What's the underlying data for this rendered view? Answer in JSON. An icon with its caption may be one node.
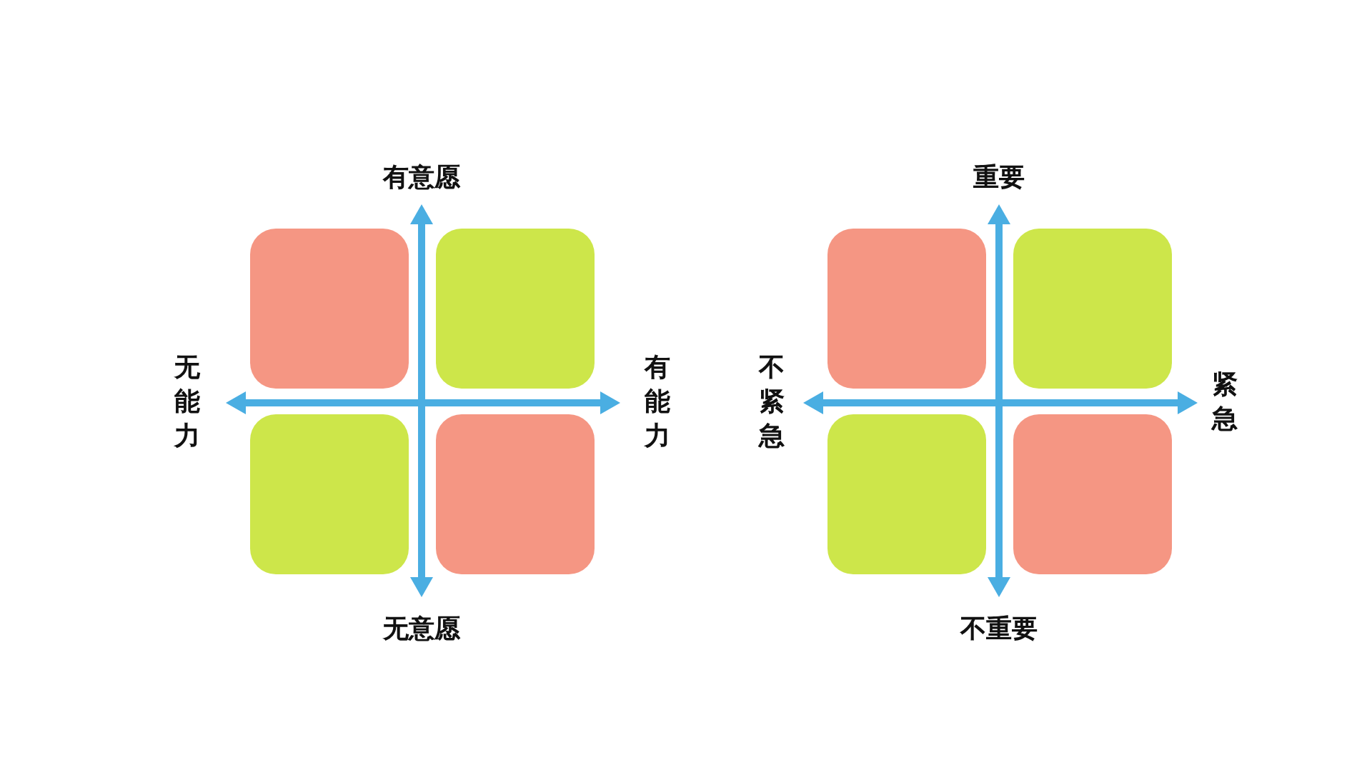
{
  "diagram": {
    "labels": [
      "有意愿",
      "无能力",
      "有能力",
      "无意愿",
      "重要",
      "不紧急",
      "紧急",
      "不重要"
    ]
  }
}
